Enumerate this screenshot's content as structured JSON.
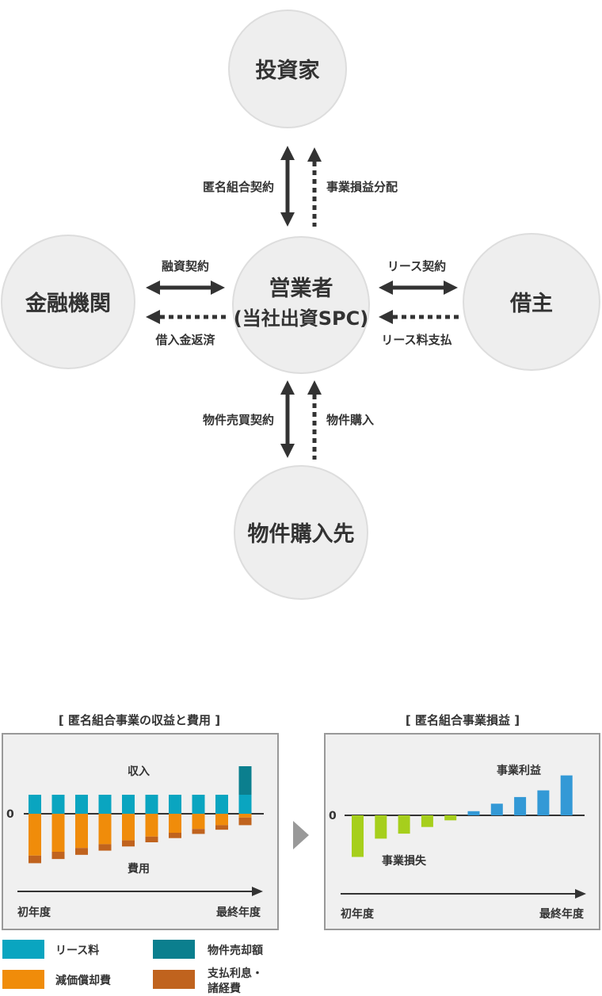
{
  "nodes": {
    "investor": "投資家",
    "bank": "金融機関",
    "operator_line1": "営業者",
    "operator_line2": "(当社出資SPC)",
    "lessee": "借主",
    "seller": "物件購入先"
  },
  "arrows": {
    "silent_partnership": "匿名組合契約",
    "profit_distribution": "事業損益分配",
    "loan_contract": "融資契約",
    "loan_repayment": "借入金返済",
    "lease_contract": "リース契約",
    "lease_payment": "リース料支払",
    "purchase_contract": "物件売買契約",
    "purchase": "物件購入"
  },
  "colors": {
    "lease_fee": "#0aa5c0",
    "sale_amount": "#0b7f8e",
    "depreciation": "#f08c0a",
    "interest": "#c0631e",
    "loss": "#a6cf1c",
    "profit": "#3399d6"
  },
  "chart_data": [
    {
      "type": "bar",
      "title": "[ 匿名組合事業の収益と費用 ]",
      "x_start_label": "初年度",
      "x_end_label": "最終年度",
      "zero_label": "0",
      "income_label": "収入",
      "expense_label": "費用",
      "periods": 10,
      "series": [
        {
          "name": "リース料",
          "values": [
            1,
            1,
            1,
            1,
            1,
            1,
            1,
            1,
            1,
            1
          ]
        },
        {
          "name": "物件売却額",
          "values": [
            0,
            0,
            0,
            0,
            0,
            0,
            0,
            0,
            0,
            1.5
          ]
        },
        {
          "name": "減価償却費",
          "values": [
            -2.2,
            -2.0,
            -1.8,
            -1.6,
            -1.4,
            -1.2,
            -1.0,
            -0.8,
            -0.6,
            -0.2
          ]
        },
        {
          "name": "支払利息・諸経費",
          "values": [
            -0.4,
            -0.38,
            -0.36,
            -0.34,
            -0.32,
            -0.3,
            -0.28,
            -0.26,
            -0.24,
            -0.4
          ]
        }
      ]
    },
    {
      "type": "bar",
      "title": "[ 匿名組合事業損益 ]",
      "x_start_label": "初年度",
      "x_end_label": "最終年度",
      "zero_label": "0",
      "loss_label": "事業損失",
      "profit_label": "事業利益",
      "values": [
        -2.5,
        -1.4,
        -1.1,
        -0.7,
        -0.3,
        0.25,
        0.7,
        1.1,
        1.5,
        2.4
      ]
    }
  ],
  "legend": [
    {
      "name": "リース料",
      "color": "#0aa5c0"
    },
    {
      "name": "物件売却額",
      "color": "#0b7f8e"
    },
    {
      "name": "減価償却費",
      "color": "#f08c0a"
    },
    {
      "name_line1": "支払利息・",
      "name_line2": "諸経費",
      "color": "#c0631e"
    }
  ]
}
